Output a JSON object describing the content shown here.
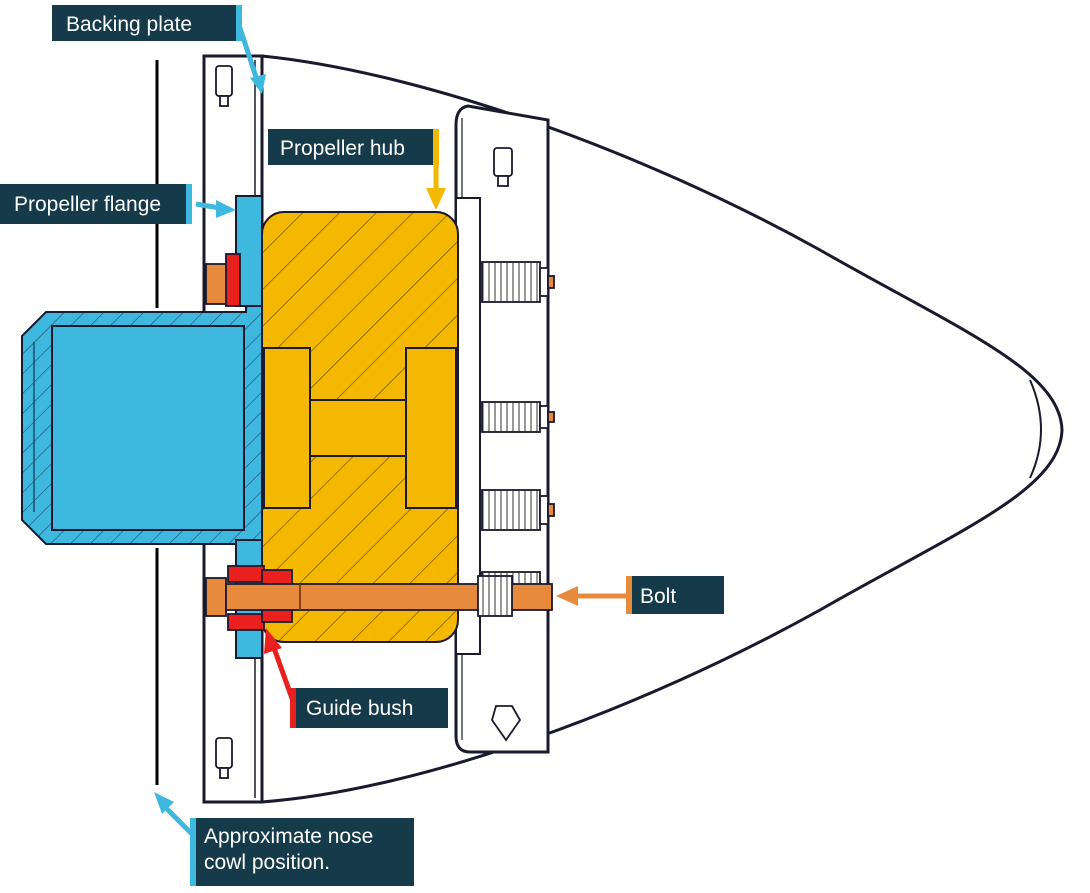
{
  "labels": {
    "backing_plate": "Backing plate",
    "propeller_hub": "Propeller hub",
    "propeller_flange": "Propeller flange",
    "bolt": "Bolt",
    "guide_bush": "Guide bush",
    "nose_cowl": "Approximate nose cowl position."
  },
  "colors": {
    "label_background": "#153a4a",
    "label_text": "#ffffff",
    "propeller_flange": "#3fb8e0",
    "propeller_hub": "#f5b800",
    "bolt": "#e88a3c",
    "guide_bush": "#e8201e",
    "outline": "#1a1a2e"
  }
}
